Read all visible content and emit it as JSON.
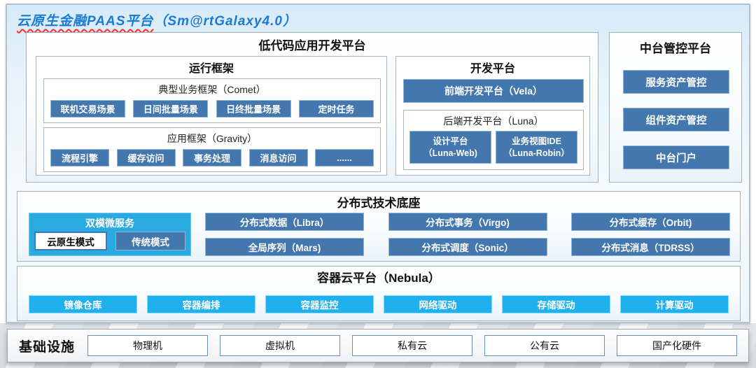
{
  "title": {
    "main": "云原生金融PAAS平台",
    "suffix": "（Sm@rtGalaxy4.0）"
  },
  "colors": {
    "title_blue": "#1b7ad3",
    "steel_blue": "#4377ad",
    "cyan": "#29abe2",
    "nebula_cyan": "#1fb1ee",
    "squiggle_red": "#ff2d2d"
  },
  "lowcode": {
    "title": "低代码应用开发平台",
    "runtime": {
      "title": "运行框架",
      "comet": {
        "title": "典型业务框架（Comet）",
        "items": [
          "联机交易场景",
          "日间批量场景",
          "日终批量场景",
          "定时任务"
        ]
      },
      "gravity": {
        "title": "应用框架（Gravity）",
        "items": [
          "流程引擎",
          "缓存访问",
          "事务处理",
          "消息访问",
          "......"
        ]
      }
    },
    "dev": {
      "title": "开发平台",
      "frontend": "前端开发平台（Vela）",
      "backend": {
        "title": "后端开发平台（Luna）",
        "items": [
          {
            "line1": "设计平台",
            "line2": "（Luna-Web)"
          },
          {
            "line1": "业务视图IDE",
            "line2": "（Luna-Robin）"
          }
        ]
      }
    }
  },
  "midplatform": {
    "title": "中台管控平台",
    "items": [
      "服务资产管控",
      "组件资产管控",
      "中台门户"
    ]
  },
  "distributed": {
    "title": "分布式技术底座",
    "dual": {
      "title": "双模微服务",
      "modes": [
        "云原生模式",
        "传统模式"
      ]
    },
    "row1": [
      "分布式数据（Libra）",
      "分布式事务（Virgo)",
      "分布式缓存（Orbit)"
    ],
    "row2": [
      "全局序列（Mars)",
      "分布式调度（Sonic）",
      "分布式消息（TDRSS）"
    ]
  },
  "container_cloud": {
    "title": "容器云平台（Nebula）",
    "items": [
      "镜像仓库",
      "容器编排",
      "容器监控",
      "网络驱动",
      "存储驱动",
      "计算驱动"
    ]
  },
  "infrastructure": {
    "title": "基础设施",
    "items": [
      "物理机",
      "虚拟机",
      "私有云",
      "公有云",
      "国产化硬件"
    ]
  }
}
